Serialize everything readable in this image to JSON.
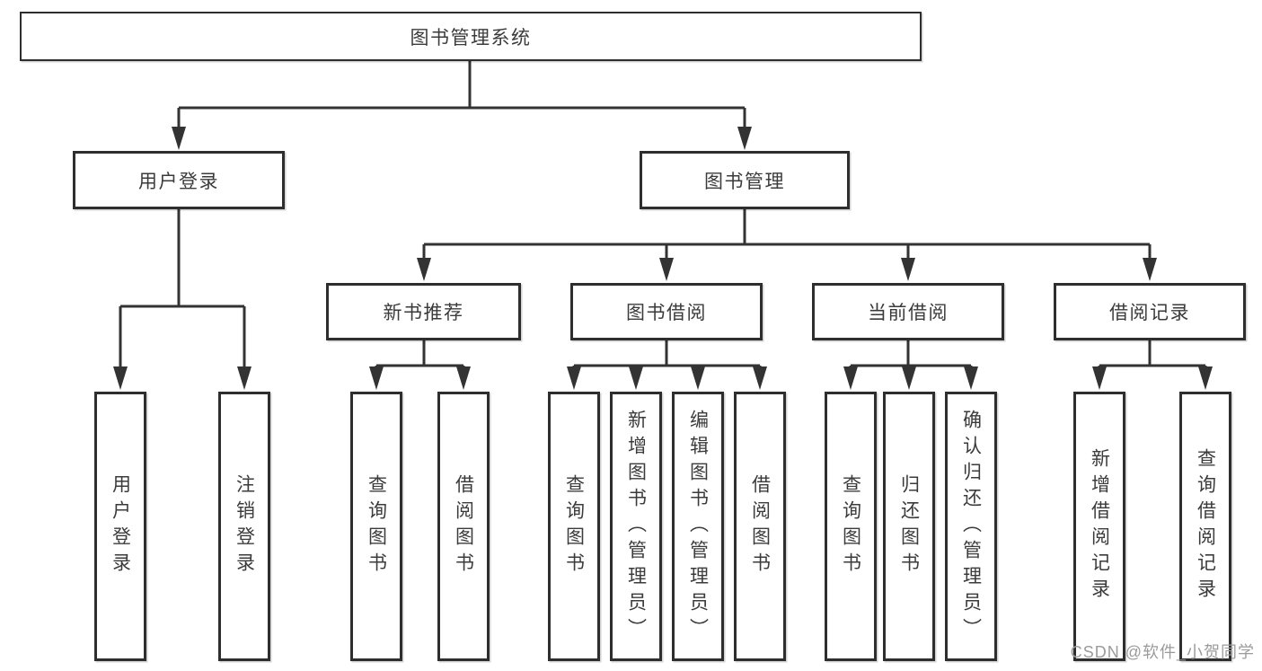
{
  "colors": {
    "line": "#333333",
    "box_border": "#2e2e2e",
    "text": "#3b3b3b",
    "background": "#ffffff",
    "watermark": "#9b9b9b"
  },
  "watermark": "CSDN @软件_小贺同学",
  "nodes": {
    "root": {
      "label": "图书管理系统"
    },
    "user_login": {
      "label": "用户登录"
    },
    "book_mgmt": {
      "label": "图书管理"
    },
    "new_book_rec": {
      "label": "新书推荐"
    },
    "book_borrow": {
      "label": "图书借阅"
    },
    "current_borrow": {
      "label": "当前借阅"
    },
    "borrow_records": {
      "label": "借阅记录"
    },
    "leaf_user_login": {
      "label": "用户登录"
    },
    "leaf_logout": {
      "label": "注销登录"
    },
    "leaf_query_book_1": {
      "label": "查询图书"
    },
    "leaf_borrow_book_1": {
      "label": "借阅图书"
    },
    "leaf_query_book_2": {
      "label": "查询图书"
    },
    "leaf_add_book": {
      "label": "新增图书（管理员）"
    },
    "leaf_edit_book": {
      "label": "编辑图书（管理员）"
    },
    "leaf_borrow_book_2": {
      "label": "借阅图书"
    },
    "leaf_query_book_3": {
      "label": "查询图书"
    },
    "leaf_return_book": {
      "label": "归还图书"
    },
    "leaf_confirm_return": {
      "label": "确认归还（管理员）"
    },
    "leaf_add_record": {
      "label": "新增借阅记录"
    },
    "leaf_query_record": {
      "label": "查询借阅记录"
    }
  },
  "hierarchy": {
    "图书管理系统": {
      "用户登录": [
        "用户登录",
        "注销登录"
      ],
      "图书管理": {
        "新书推荐": [
          "查询图书",
          "借阅图书"
        ],
        "图书借阅": [
          "查询图书",
          "新增图书（管理员）",
          "编辑图书（管理员）",
          "借阅图书"
        ],
        "当前借阅": [
          "查询图书",
          "归还图书",
          "确认归还（管理员）"
        ],
        "借阅记录": [
          "新增借阅记录",
          "查询借阅记录"
        ]
      }
    }
  }
}
